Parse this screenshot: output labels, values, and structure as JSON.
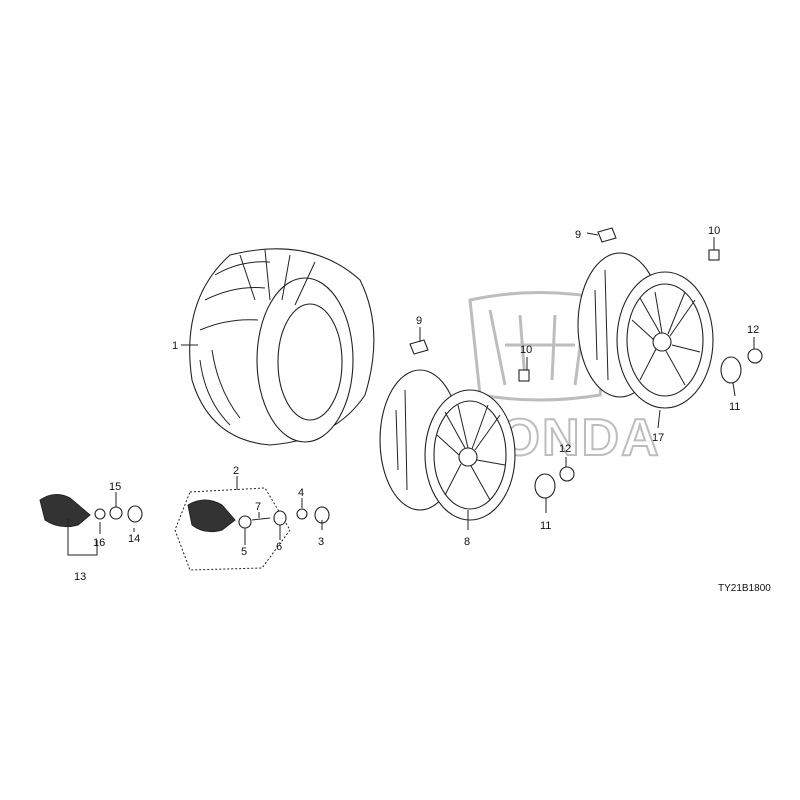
{
  "figure_code": "TY21B1800",
  "logo_text": "HONDA",
  "callouts": {
    "c1": "1",
    "c2": "2",
    "c3": "3",
    "c4": "4",
    "c5": "5",
    "c6": "6",
    "c7": "7",
    "c8": "8",
    "c9a": "9",
    "c9b": "9",
    "c10a": "10",
    "c10b": "10",
    "c11a": "11",
    "c11b": "11",
    "c12a": "12",
    "c12b": "12",
    "c13": "13",
    "c14": "14",
    "c15": "15",
    "c16": "16",
    "c17": "17"
  }
}
